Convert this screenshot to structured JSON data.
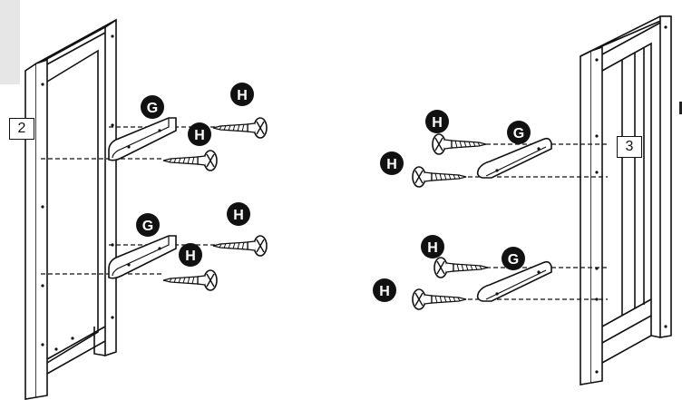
{
  "panels": {
    "left": {
      "label": "2"
    },
    "right": {
      "label": "3"
    }
  },
  "callouts": {
    "bracket": "G",
    "screw": "H"
  },
  "colors": {
    "line": "#111111",
    "callout_fill": "#111111",
    "callout_text": "#ffffff",
    "tab": "#e6e6e6"
  },
  "icons": [
    "screw-icon",
    "bracket-icon",
    "callout-badge"
  ]
}
